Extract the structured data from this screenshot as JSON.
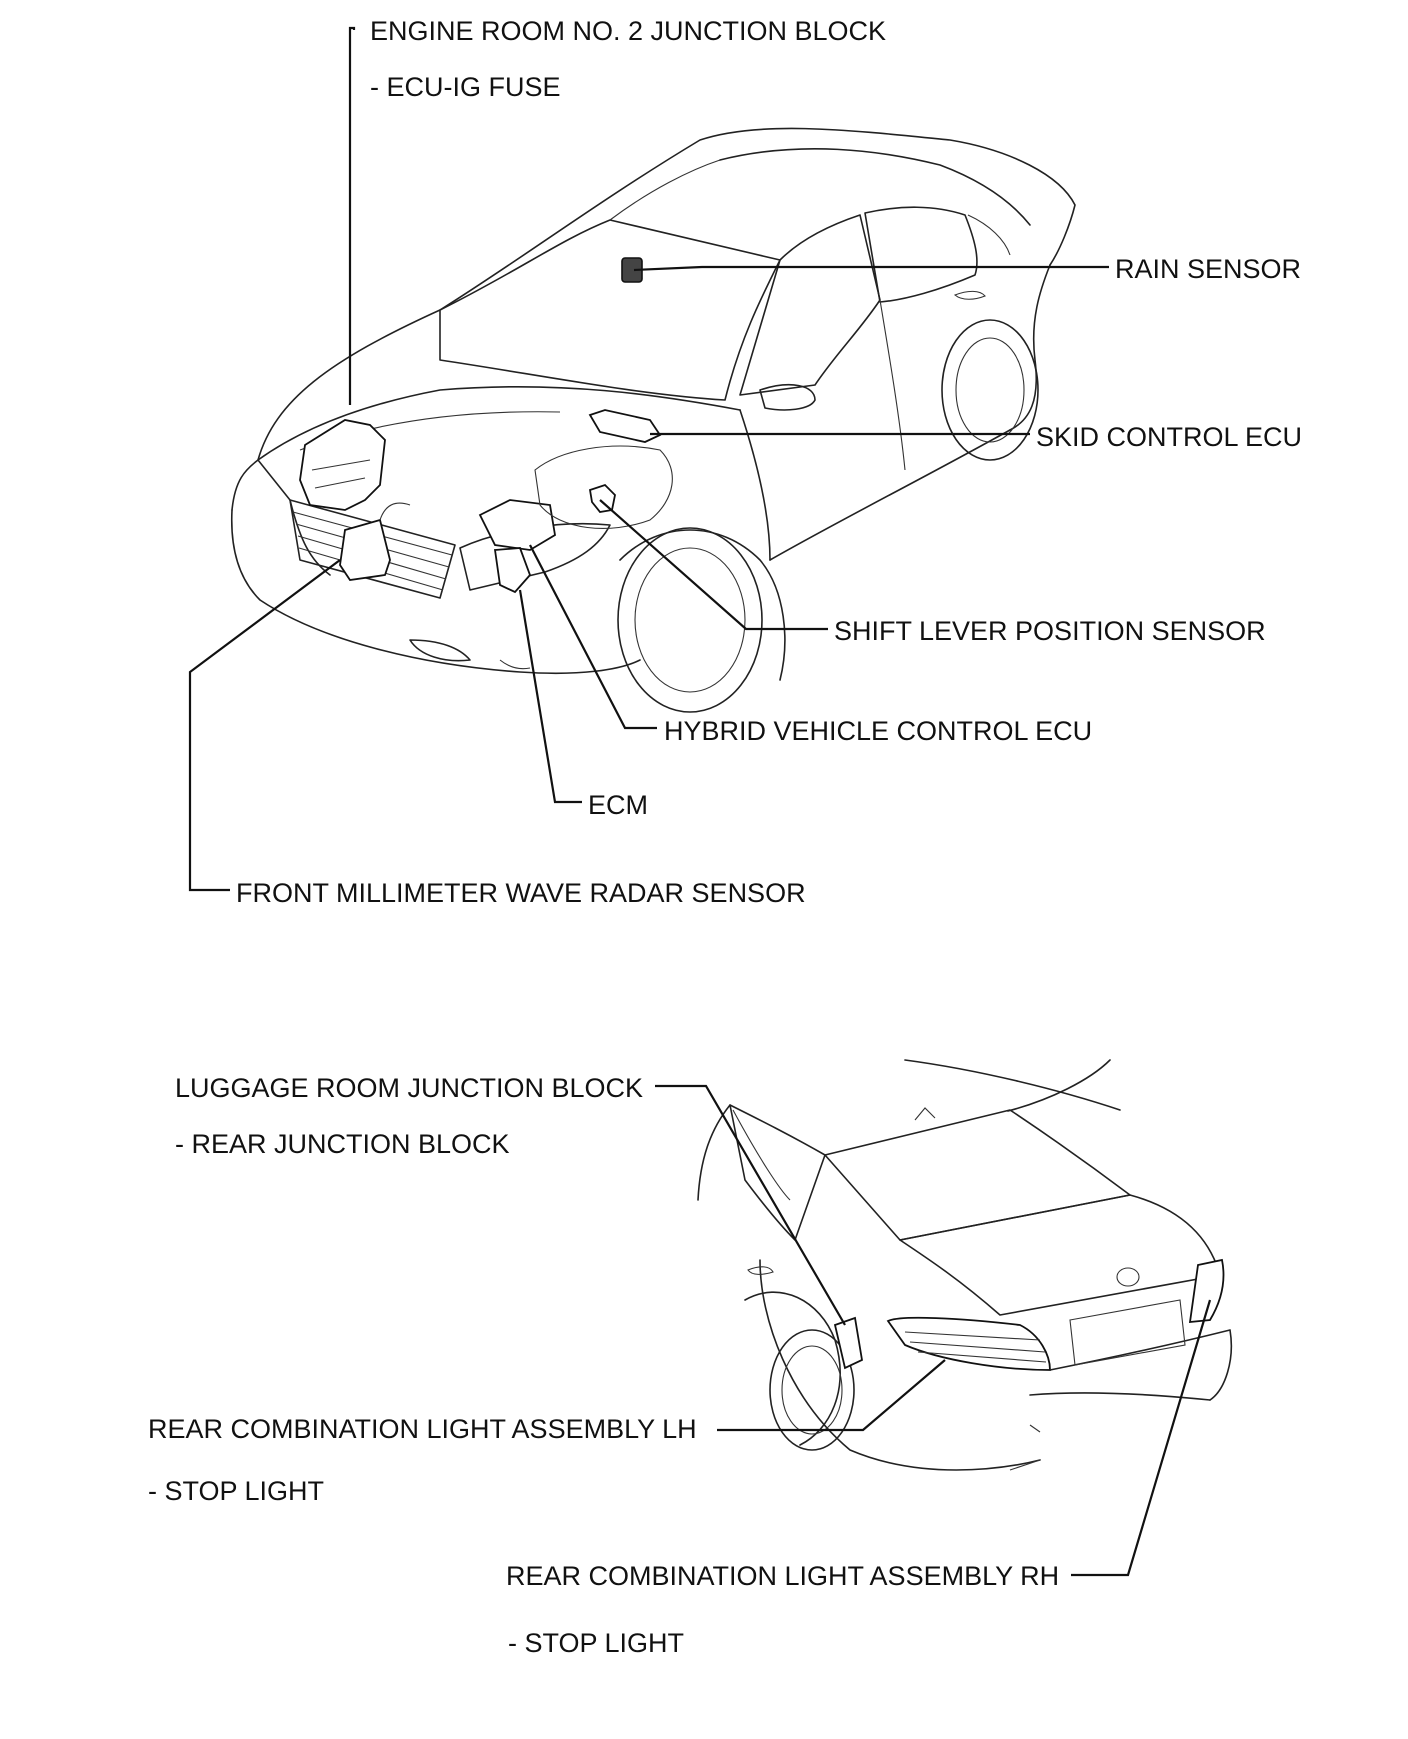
{
  "front_view": {
    "callouts": {
      "engine_room_no2_junction_block": "ENGINE ROOM NO. 2 JUNCTION BLOCK",
      "ecu_ig_fuse": "- ECU-IG FUSE",
      "rain_sensor": "RAIN SENSOR",
      "skid_control_ecu": "SKID CONTROL ECU",
      "shift_lever_position_sensor": "SHIFT LEVER POSITION SENSOR",
      "hybrid_vehicle_control_ecu": "HYBRID VEHICLE CONTROL ECU",
      "ecm": "ECM",
      "front_millimeter_wave_radar_sensor": "FRONT MILLIMETER WAVE RADAR SENSOR"
    }
  },
  "rear_view": {
    "callouts": {
      "luggage_room_junction_block": "LUGGAGE ROOM JUNCTION BLOCK",
      "rear_junction_block": "- REAR JUNCTION BLOCK",
      "rear_combination_light_lh": "REAR COMBINATION LIGHT ASSEMBLY LH",
      "stop_light_lh": "- STOP LIGHT",
      "rear_combination_light_rh": "REAR COMBINATION LIGHT ASSEMBLY RH",
      "stop_light_rh": "- STOP LIGHT"
    }
  },
  "colors": {
    "line": "#111111",
    "background": "#ffffff"
  }
}
